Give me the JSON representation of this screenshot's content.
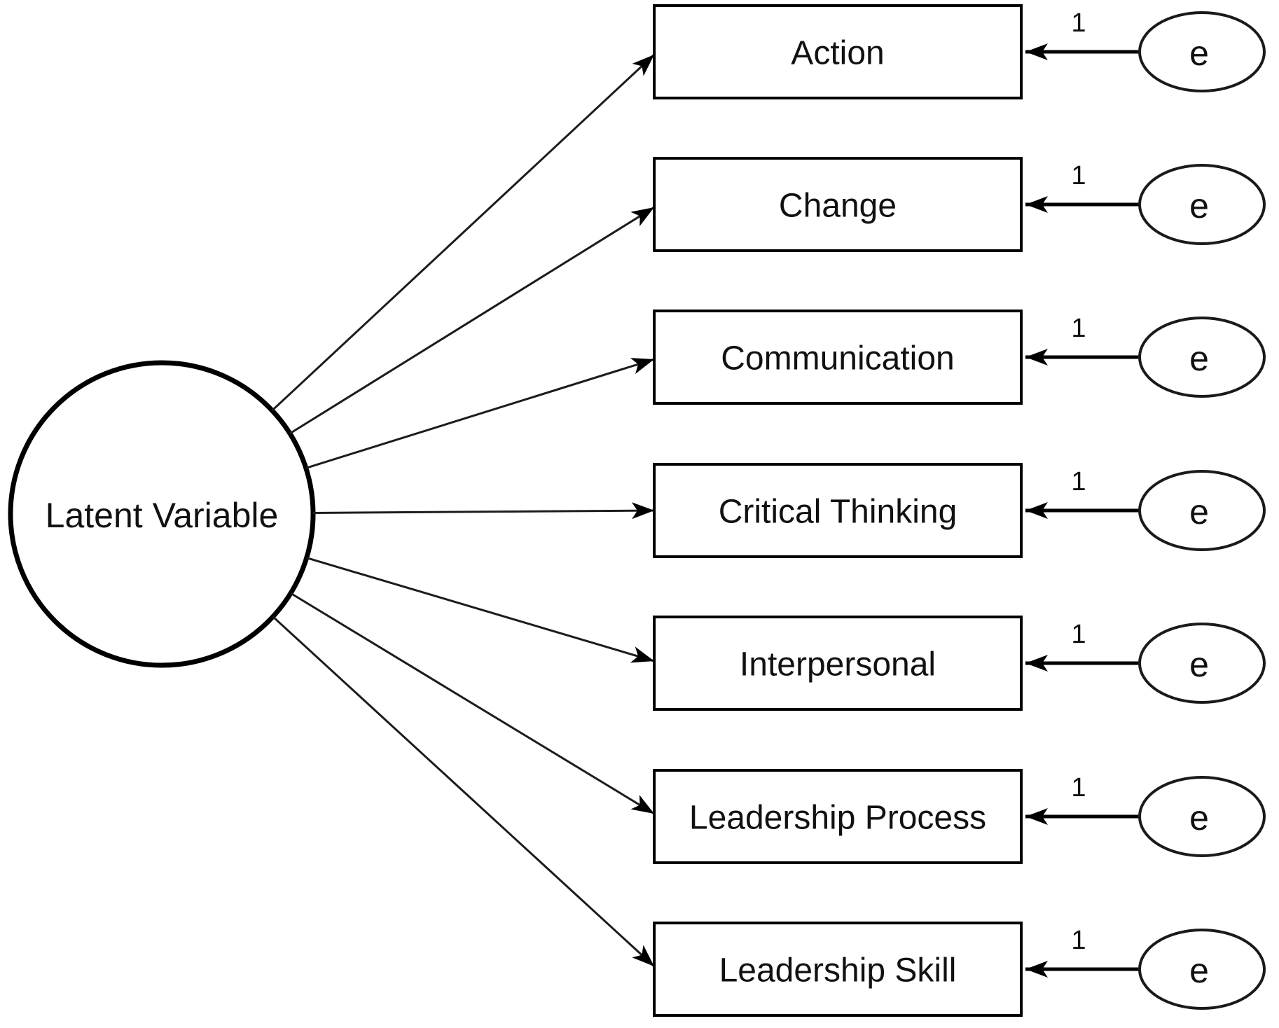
{
  "diagram": {
    "type": "sem-path-diagram",
    "colors": {
      "stroke": "#000000",
      "background": "#ffffff"
    },
    "latent_variable": {
      "label": "Latent Variable"
    },
    "indicators": [
      {
        "label": "Action",
        "error_label": "e",
        "weight_label": "1"
      },
      {
        "label": "Change",
        "error_label": "e",
        "weight_label": "1"
      },
      {
        "label": "Communication",
        "error_label": "e",
        "weight_label": "1"
      },
      {
        "label": "Critical Thinking",
        "error_label": "e",
        "weight_label": "1"
      },
      {
        "label": "Interpersonal",
        "error_label": "e",
        "weight_label": "1"
      },
      {
        "label": "Leadership Process",
        "error_label": "e",
        "weight_label": "1"
      },
      {
        "label": "Leadership Skill",
        "error_label": "e",
        "weight_label": "1"
      }
    ]
  }
}
